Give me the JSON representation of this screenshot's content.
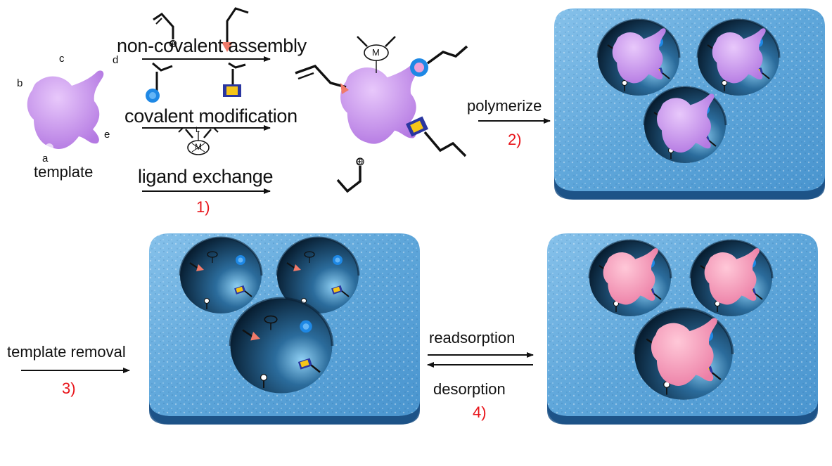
{
  "labels": {
    "template": "template",
    "site_a": "a",
    "site_b": "b",
    "site_c": "c",
    "site_d": "d",
    "site_e": "e",
    "non_covalent": "non-covalent assembly",
    "covalent": "covalent modification",
    "ligand": "ligand exchange",
    "step1": "1)",
    "polymerize": "polymerize",
    "step2": "2)",
    "template_removal": "template removal",
    "step3": "3)",
    "readsorption": "readsorption",
    "desorption": "desorption",
    "step4": "4)",
    "metal": "M",
    "ligand_l": "L",
    "plus": "⊕",
    "minus": "⊖"
  },
  "colors": {
    "template_body": "#cf9df0",
    "rebound_template": "#f4a2c0",
    "polymer_block": "#5aa0d4",
    "polymer_side": "#2a6ea8",
    "cavity": "#0d2a44",
    "arrow": "#111111",
    "step_number": "#e8141a",
    "blue_group": "#1e88e5",
    "yellow_group": "#f5c518",
    "salmon_group": "#f07a6a"
  }
}
